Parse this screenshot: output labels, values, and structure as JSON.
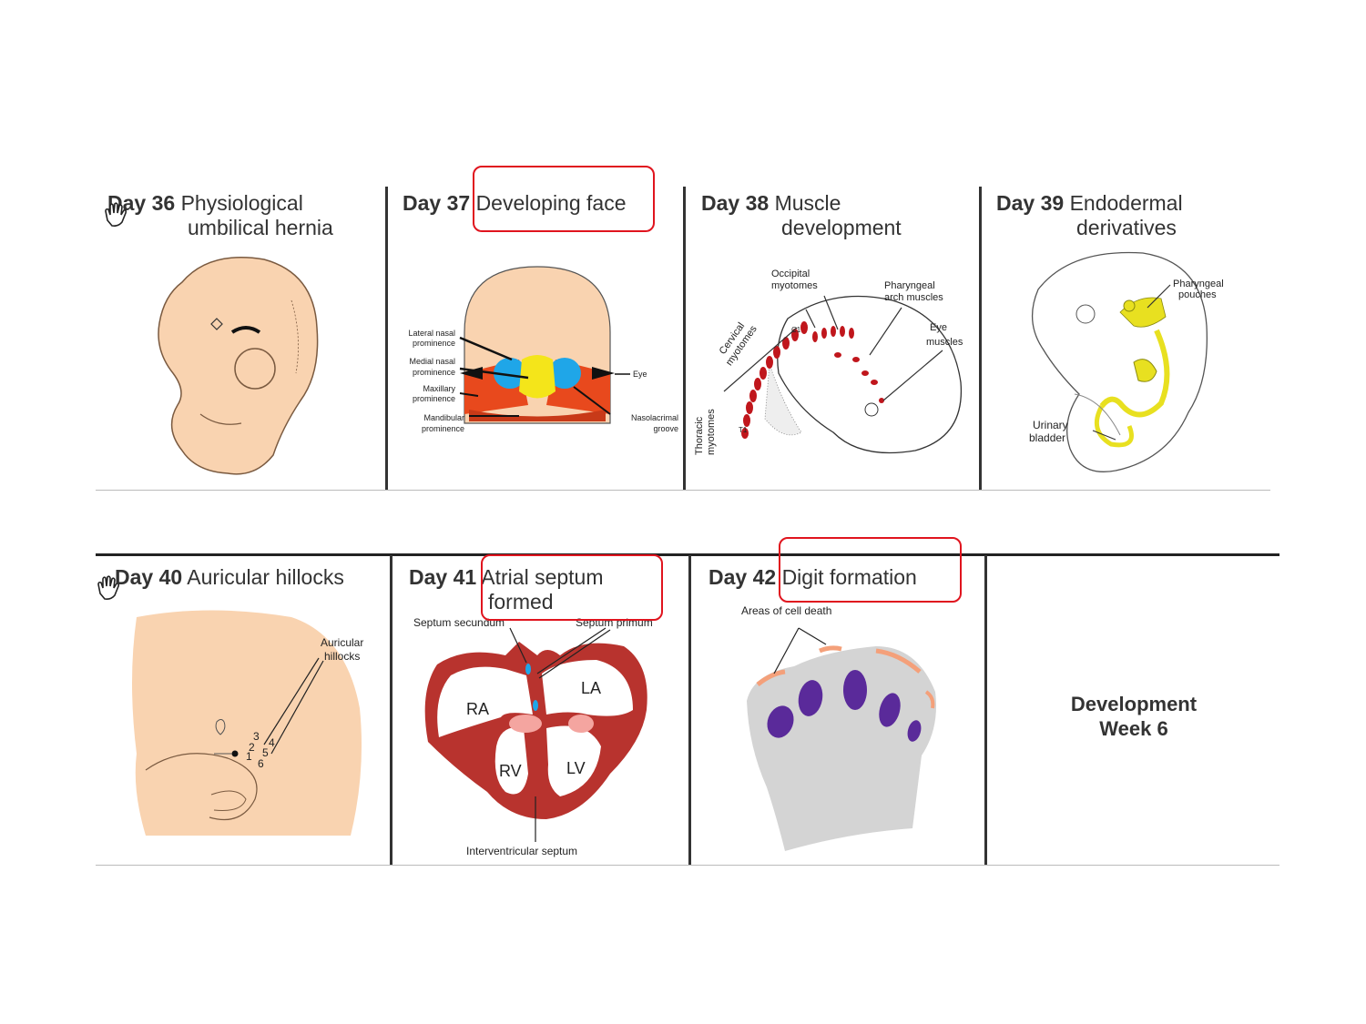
{
  "top_row": [
    {
      "day": "Day 36",
      "title_line1": "Physiological",
      "title_line2": "umbilical hernia"
    },
    {
      "day": "Day 37",
      "title_line1": "Developing face",
      "title_line2": "",
      "labels": {
        "lateral_nasal": "Lateral nasal",
        "lateral_nasal2": "prominence",
        "medial_nasal": "Medial nasal",
        "medial_nasal2": "prominence",
        "maxillary": "Maxillary",
        "maxillary2": "prominence",
        "mandibular": "Mandibular",
        "mandibular2": "prominence",
        "eye": "Eye",
        "nasolacrimal": "Nasolacrimal",
        "nasolacrimal2": "groove"
      }
    },
    {
      "day": "Day 38",
      "title_line1": "Muscle",
      "title_line2": "development",
      "labels": {
        "occipital": "Occipital",
        "occipital2": "myotomes",
        "pharyngeal": "Pharyngeal",
        "pharyngeal2": "arch muscles",
        "eye": "Eye",
        "eye2": "muscles",
        "cervical": "Cervical",
        "cervical2": "myotomes",
        "thoracic": "Thoracic",
        "thoracic2": "myotomes",
        "c1": "C1",
        "t1": "T1"
      }
    },
    {
      "day": "Day 39",
      "title_line1": "Endodermal",
      "title_line2": "derivatives",
      "labels": {
        "pouches": "Pharyngeal",
        "pouches2": "pouches",
        "bladder": "Urinary",
        "bladder2": "bladder"
      }
    }
  ],
  "bottom_row": [
    {
      "day": "Day 40",
      "title_line1": "Auricular hillocks",
      "title_line2": "",
      "labels": {
        "hillocks": "Auricular",
        "hillocks2": "hillocks",
        "n1": "1",
        "n2": "2",
        "n3": "3",
        "n4": "4",
        "n5": "5",
        "n6": "6"
      }
    },
    {
      "day": "Day 41",
      "title_line1": "Atrial septum",
      "title_line2": "formed",
      "labels": {
        "secundum": "Septum secundum",
        "primum": "Septum primum",
        "ra": "RA",
        "la": "LA",
        "rv": "RV",
        "lv": "LV",
        "interventricular": "Interventricular septum"
      }
    },
    {
      "day": "Day 42",
      "title_line1": "Digit formation",
      "title_line2": "",
      "labels": {
        "cell_death": "Areas of cell death"
      }
    },
    {
      "summary_line1": "Development",
      "summary_line2": "Week 6"
    }
  ],
  "colors": {
    "skin": "#f9d3b0",
    "highlight": "#e0141e",
    "myotome": "#c0161c",
    "endoderm": "#e8e020",
    "heart": "#b8332e",
    "digit": "#5a2a9a",
    "hand": "#d4d4d4",
    "cell_death": "#f4a07a"
  }
}
